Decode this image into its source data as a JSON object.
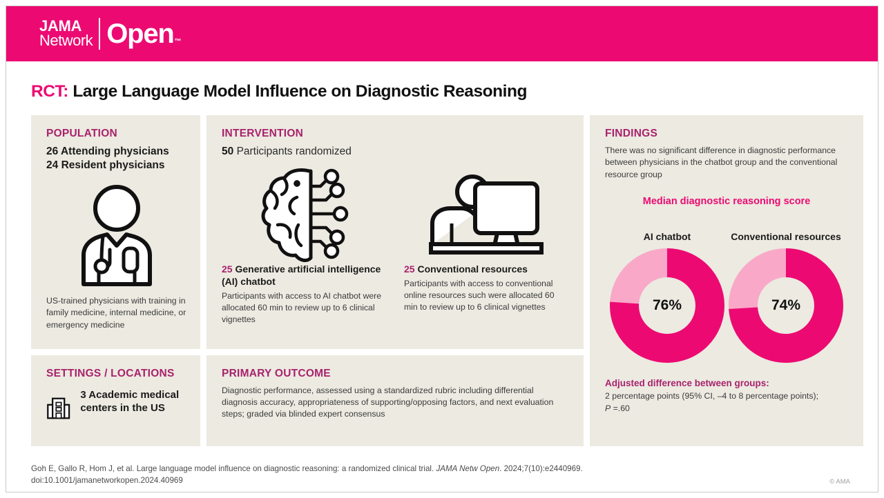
{
  "brand": {
    "logo_jama": "JAMA",
    "logo_network": "Network",
    "logo_open": "Open",
    "logo_tm": "™",
    "header_pink": "#EC0A72",
    "heading_magenta": "#A8226C",
    "panel_bg": "#ECEAE1",
    "donut_dark": "#EC0A72",
    "donut_light": "#F9A8C8"
  },
  "title": {
    "prefix": "RCT:",
    "text": "Large Language Model Influence on Diagnostic Reasoning"
  },
  "population": {
    "heading": "POPULATION",
    "line1_num": "26",
    "line1_text": "Attending physicians",
    "line2_num": "24",
    "line2_text": "Resident physicians",
    "icon": "physician-icon",
    "footnote": "US-trained physicians with training in family medicine, internal medicine, or emergency medicine"
  },
  "intervention": {
    "heading": "INTERVENTION",
    "lead_num": "50",
    "lead_text": "Participants randomized",
    "arms": [
      {
        "icon": "brain-ai-icon",
        "num": "25",
        "title": "Generative artificial intelligence (AI) chatbot",
        "body": "Participants with access to AI chatbot were allocated 60 min to review up to 6 clinical vignettes"
      },
      {
        "icon": "person-computer-icon",
        "num": "25",
        "title": "Conventional resources",
        "body": "Participants with access to conventional online resources such were allocated 60 min to review up to 6 clinical vignettes"
      }
    ]
  },
  "settings": {
    "heading": "SETTINGS / LOCATIONS",
    "icon": "hospital-building-icon",
    "text": "3 Academic medical centers in the US"
  },
  "outcome": {
    "heading": "PRIMARY OUTCOME",
    "body": "Diagnostic performance, assessed using a standardized rubric including differential diagnosis accuracy, appropriateness of supporting/opposing factors, and next evaluation steps; graded via blinded expert consensus"
  },
  "findings": {
    "heading": "FINDINGS",
    "intro": "There was no significant difference in diagnostic performance between physicians in the chatbot group and the conventional resource group",
    "chart_title": "Median diagnostic reasoning score",
    "adjusted_heading": "Adjusted difference between groups:",
    "adjusted_body": "2 percentage points (95% CI, –4 to 8 percentage points);",
    "adjusted_p_italic": "P",
    "adjusted_p_value": " =.60"
  },
  "chart_data": {
    "type": "pie",
    "title": "Median diagnostic reasoning score",
    "series": [
      {
        "name": "AI chatbot",
        "label": "AI chatbot",
        "value": 76,
        "display": "76%",
        "remainder": 24,
        "unit": "%"
      },
      {
        "name": "Conventional resources",
        "label": "Conventional resources",
        "value": 74,
        "display": "74%",
        "remainder": 26,
        "unit": "%"
      }
    ],
    "colors": {
      "value": "#EC0A72",
      "remainder": "#F9A8C8"
    },
    "legend": "none",
    "start_angle_deg": 0,
    "direction": "clockwise"
  },
  "footer": {
    "citation_part1": "Goh E, Gallo R, Hom J, et al. Large language model influence on diagnostic reasoning: a randomized clinical trial. ",
    "citation_journal": "JAMA Netw Open",
    "citation_part2": ". 2024;7(10):e2440969.",
    "doi": "doi:10.1001/jamanetworkopen.2024.40969",
    "copyright": "© AMA"
  }
}
